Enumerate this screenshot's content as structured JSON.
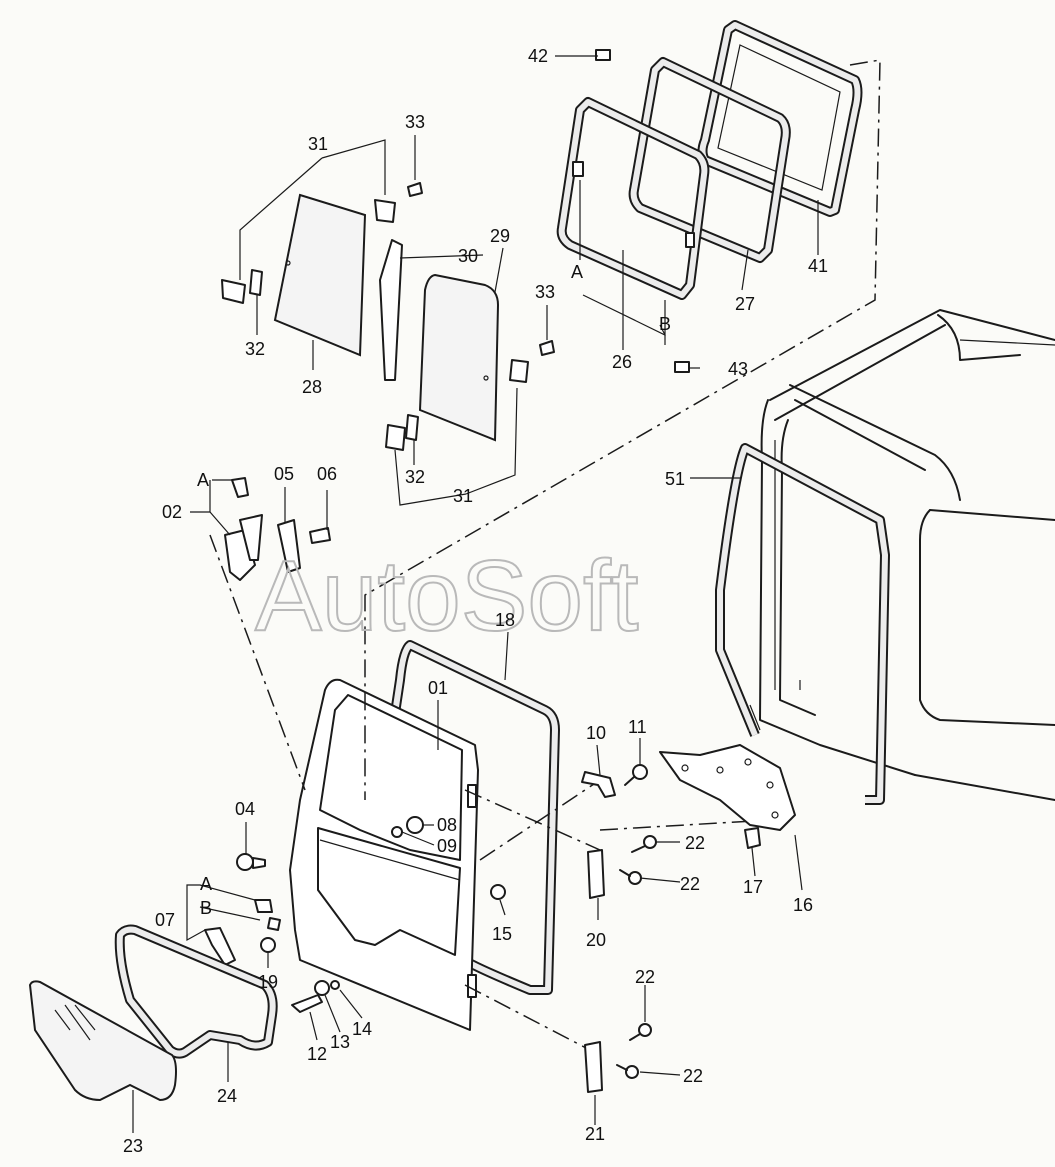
{
  "watermark": "AutoSoft",
  "labels": {
    "p01": "01",
    "p02": "02",
    "p04": "04",
    "p05": "05",
    "p06": "06",
    "p07": "07",
    "p08": "08",
    "p09": "09",
    "p10": "10",
    "p11": "11",
    "p12": "12",
    "p13": "13",
    "p14": "14",
    "p15": "15",
    "p16": "16",
    "p17": "17",
    "p18": "18",
    "p19": "19",
    "p20": "20",
    "p21": "21",
    "p22a": "22",
    "p22b": "22",
    "p22c": "22",
    "p22d": "22",
    "p23": "23",
    "p24": "24",
    "p26": "26",
    "p27": "27",
    "p28": "28",
    "p29": "29",
    "p30": "30",
    "p31a": "31",
    "p31b": "31",
    "p32a": "32",
    "p32b": "32",
    "p33a": "33",
    "p33b": "33",
    "p41": "41",
    "p42": "42",
    "p43": "43",
    "p51": "51",
    "refA1": "A",
    "refA2": "A",
    "refA3": "A",
    "refB1": "B",
    "refB2": "B"
  }
}
